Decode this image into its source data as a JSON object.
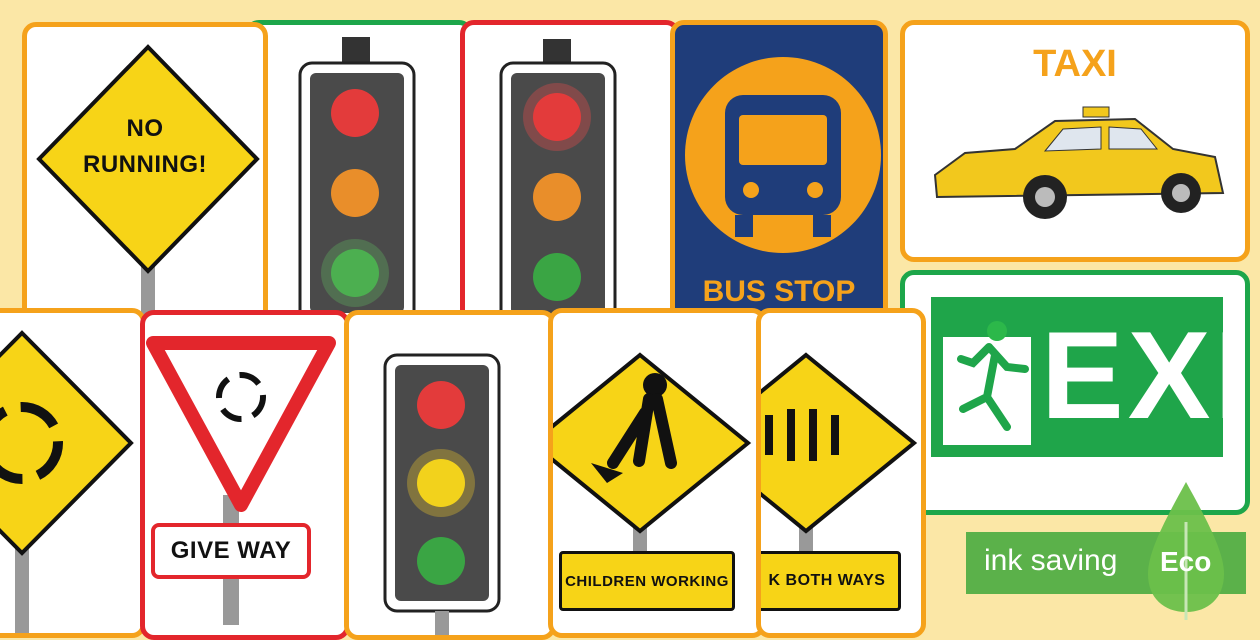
{
  "signs": {
    "no_running": {
      "line1": "NO",
      "line2": "RUNNING!"
    },
    "bus_stop": {
      "label": "BUS STOP"
    },
    "taxi": {
      "label": "TAXI"
    },
    "exit": {
      "label": "EXIT"
    },
    "give_way": {
      "label": "GIVE WAY"
    },
    "children_working": {
      "label": "CHILDREN WORKING"
    },
    "look_both_ways": {
      "label": "K BOTH WAYS"
    }
  },
  "eco_badge": {
    "text": "ink saving",
    "badge": "Eco"
  },
  "colors": {
    "background": "#fbe7a6",
    "card_border_orange": "#f5a21b",
    "card_border_green": "#1da64a",
    "card_border_red": "#e3262c",
    "sign_yellow": "#f7d417",
    "bus_navy": "#1f3d7a",
    "exit_green": "#1fa54a",
    "eco_green": "#5bb14a"
  }
}
